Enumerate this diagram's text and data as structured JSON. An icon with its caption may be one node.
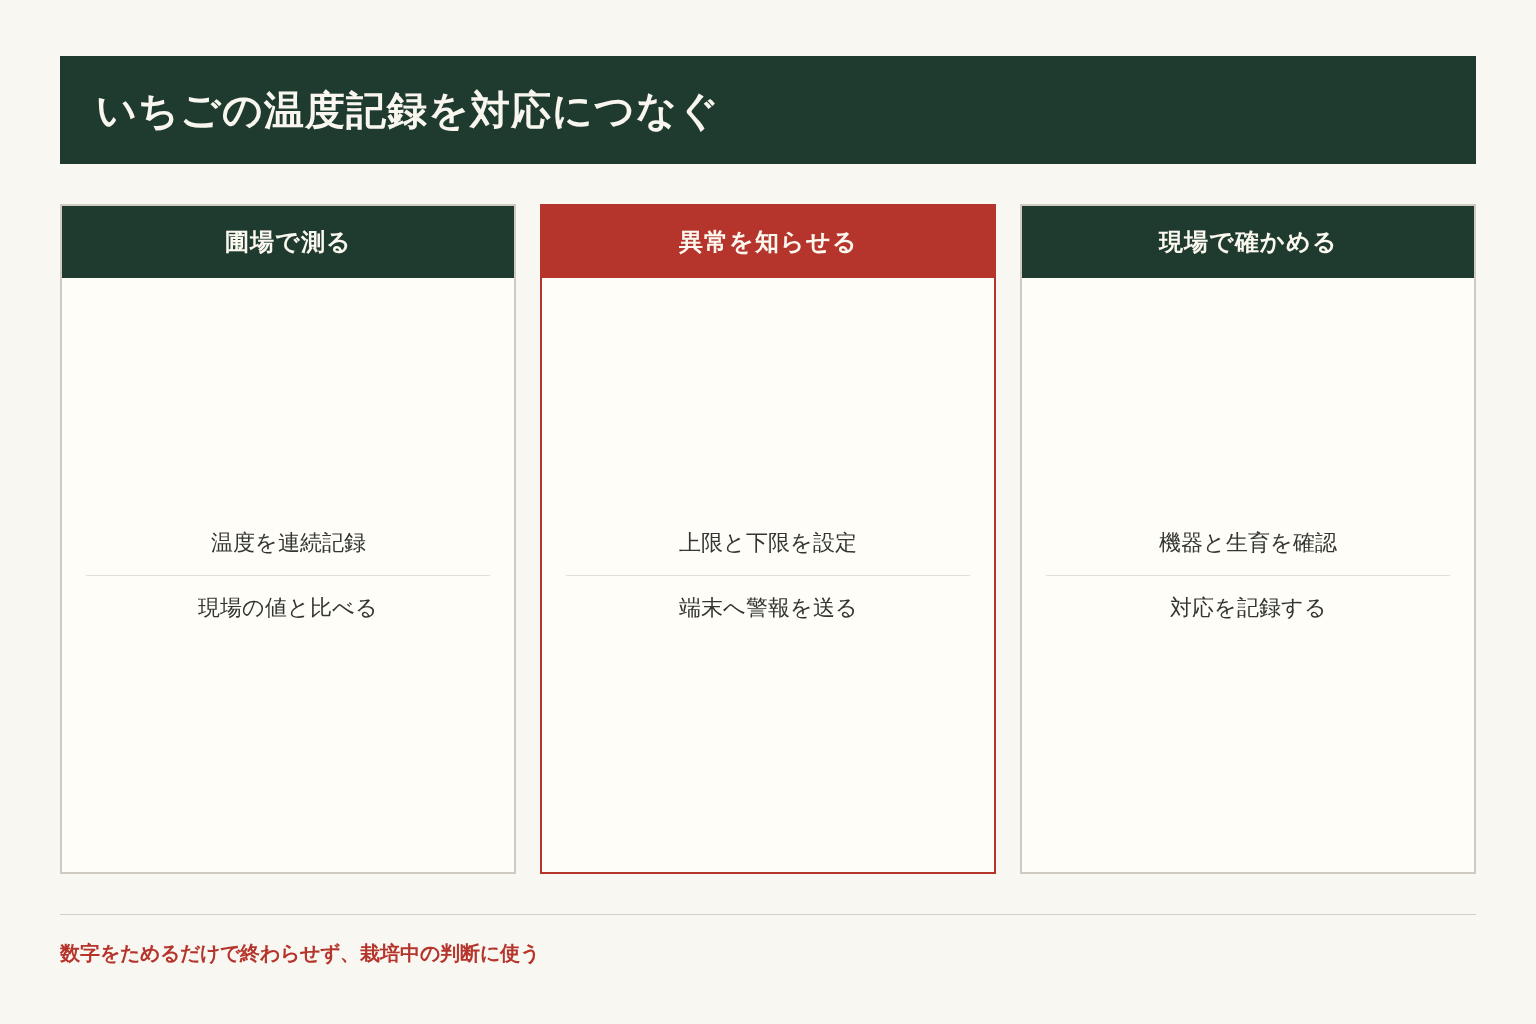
{
  "diagram": {
    "title": "いちごの温度記録を対応につなぐ",
    "nodes": [
      {
        "text": [
          "圃場で測る",
          "温度を連続記録",
          "現場の値と比べる"
        ]
      },
      {
        "text": [
          "異常を知らせる",
          "上限と下限を設定",
          "端末へ警報を送る"
        ]
      },
      {
        "text": [
          "現場で確かめる",
          "機器と生育を確認",
          "対応を記録する"
        ]
      }
    ],
    "caption": "数字をためるだけで終わらせず、栽培中の判断に使う"
  }
}
